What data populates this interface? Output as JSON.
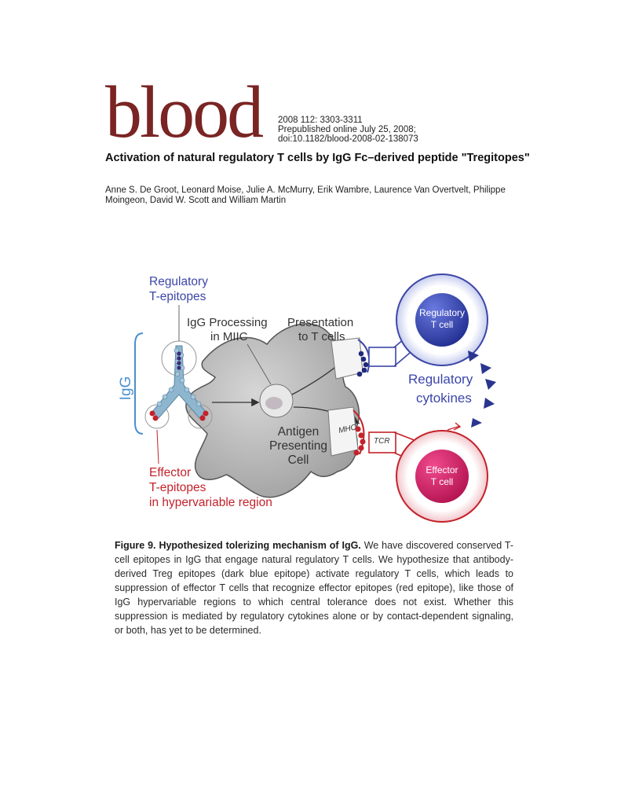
{
  "journal": {
    "logo_text": "blood",
    "citation_line1": "2008 112: 3303-3311",
    "citation_line2": "Prepublished online July 25, 2008;",
    "citation_line3": "doi:10.1182/blood-2008-02-138073"
  },
  "article": {
    "title": "Activation of natural regulatory T cells by IgG Fc–derived peptide \"Tregitopes\"",
    "authors": "Anne S. De Groot, Leonard Moise, Julie A. McMurry, Erik Wambre, Laurence Van Overtvelt, Philippe Moingeon, David W. Scott and William Martin"
  },
  "figure": {
    "label_regulatory_epitopes_1": "Regulatory",
    "label_regulatory_epitopes_2": "T-epitopes",
    "label_igg_processing_1": "IgG Processing",
    "label_igg_processing_2": "in MIIC",
    "label_presentation_1": "Presentation",
    "label_presentation_2": "to T cells",
    "label_igg": "IgG",
    "label_regulatory_cell_1": "Regulatory",
    "label_regulatory_cell_2": "T cell",
    "label_regulatory_cytokines_1": "Regulatory",
    "label_regulatory_cytokines_2": "cytokines",
    "label_mhc": "MHC",
    "label_tcr": "TCR",
    "label_apc_1": "Antigen",
    "label_apc_2": "Presenting",
    "label_apc_3": "Cell",
    "label_effector_cell_1": "Effector",
    "label_effector_cell_2": "T cell",
    "label_effector_epitopes_1": "Effector",
    "label_effector_epitopes_2": "T-epitopes",
    "label_effector_epitopes_3": "in hypervariable region",
    "colors": {
      "regulatory_blue": "#3c46a8",
      "effector_red": "#c4222b",
      "igg_bracket": "#4a8fd0",
      "apc_gray": "#a9a9a9",
      "effector_pink": "#d81f66",
      "logo_maroon": "#7a2424"
    }
  },
  "caption": {
    "label": "Figure 9. Hypothesized tolerizing mechanism of IgG.",
    "text": "We have discovered conserved T-cell epitopes in IgG that engage natural regulatory T cells. We hypothesize that antibody-derived Treg epitopes (dark blue epitope) activate regulatory T cells, which leads to suppression of effector T cells that recognize effector epitopes (red epitope), like those of IgG hypervariable regions to which central tolerance does not exist. Whether this suppression is mediated by regulatory cytokines alone or by contact-dependent signaling, or both, has yet to be determined."
  }
}
